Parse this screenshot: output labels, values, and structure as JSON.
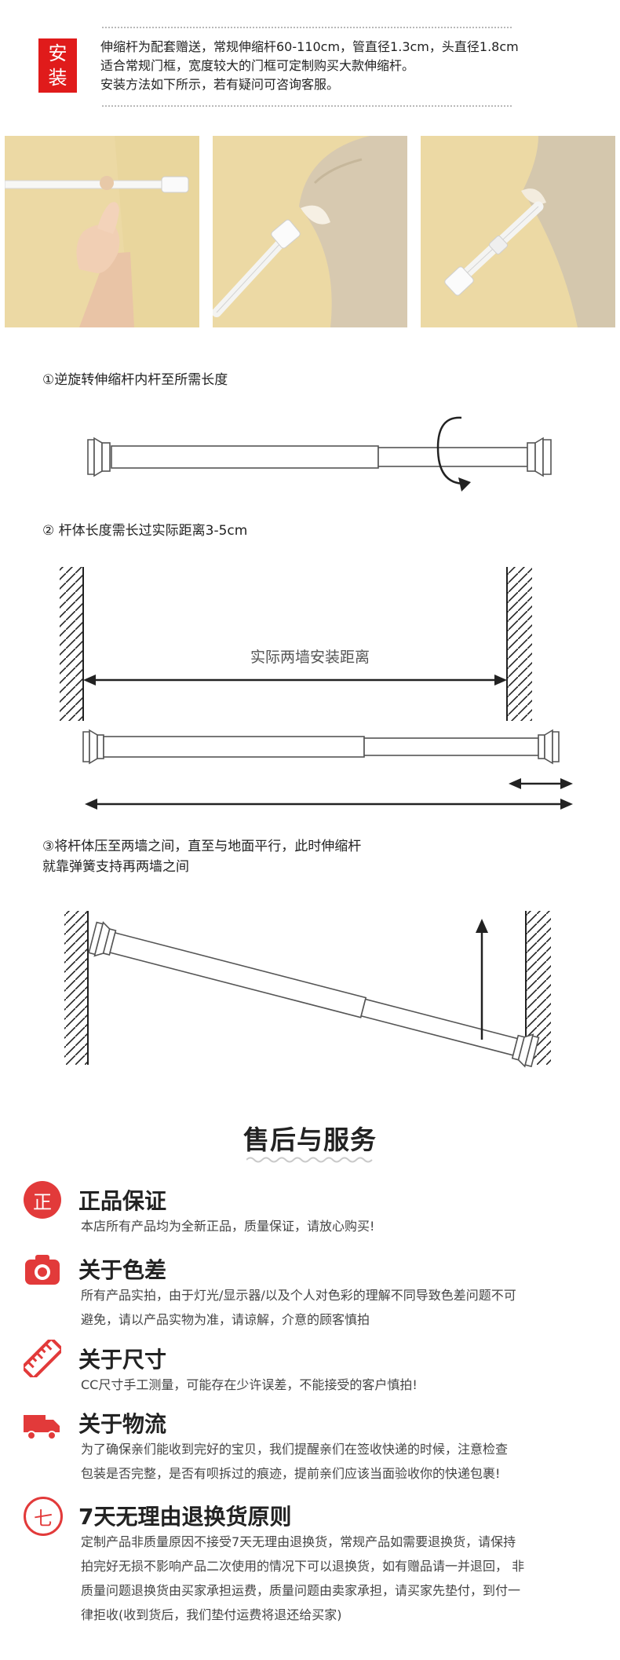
{
  "header": {
    "badge": [
      "安",
      "装"
    ],
    "lines": [
      "伸缩杆为配套赠送，常规伸缩杆60-110cm，管直径1.3cm，头直径1.8cm",
      "适合常规门框，宽度较大的门框可定制购买大款伸缩杆。",
      "安装方法如下所示，若有疑问可咨询客服。"
    ]
  },
  "steps": {
    "step1": "①逆旋转伸缩杆内杆至所需长度",
    "step2": "② 杆体长度需长过实际距离3-5cm",
    "step2_label": "实际两墙安装距离",
    "step3_line1": "③将杆体压至两墙之间，直至与地面平行，此时伸缩杆",
    "step3_line2": "就靠弹簧支持再两墙之间"
  },
  "service": {
    "title": "售后与服务",
    "items": [
      {
        "icon": "正",
        "title": "正品保证",
        "lines": [
          "本店所有产品均为全新正品，质量保证，请放心购买!"
        ]
      },
      {
        "icon": "camera-icon",
        "title": "关于色差",
        "lines": [
          "所有产品实拍，由于灯光/显示器/以及个人对色彩的理解不同导致色差问题不可",
          "避免，请以产品实物为准，请谅解，介意的顾客慎拍"
        ]
      },
      {
        "icon": "ruler-icon",
        "title": "关于尺寸",
        "lines": [
          "CC尺寸手工测量，可能存在少许误差，不能接受的客户慎拍!"
        ]
      },
      {
        "icon": "truck-icon",
        "title": "关于物流",
        "lines": [
          "为了确保亲们能收到完好的宝贝，我们提醒亲们在签收快递的时候，注意检查",
          "包装是否完整，是否有呗拆过的痕迹，提前亲们应该当面验收你的快递包裹!"
        ]
      },
      {
        "icon": "七",
        "title": "7天无理由退换货原则",
        "lines": [
          "定制产品非质量原因不接受7天无理由退换货，常规产品如需要退换货，请保持",
          "拍完好无损不影响产品二次使用的情况下可以退换货，如有赠品请一并退回，  非",
          "质量问题退换货由买家承担运费，质量问题由卖家承担，请买家先垫付，到付一",
          "律拒收(收到货后，我们垫付运费将退还给买家)"
        ]
      }
    ]
  },
  "colors": {
    "accent": "#e01b1b",
    "icon_red": "#e23a3a",
    "photo_bg": "#ecd9a4"
  }
}
